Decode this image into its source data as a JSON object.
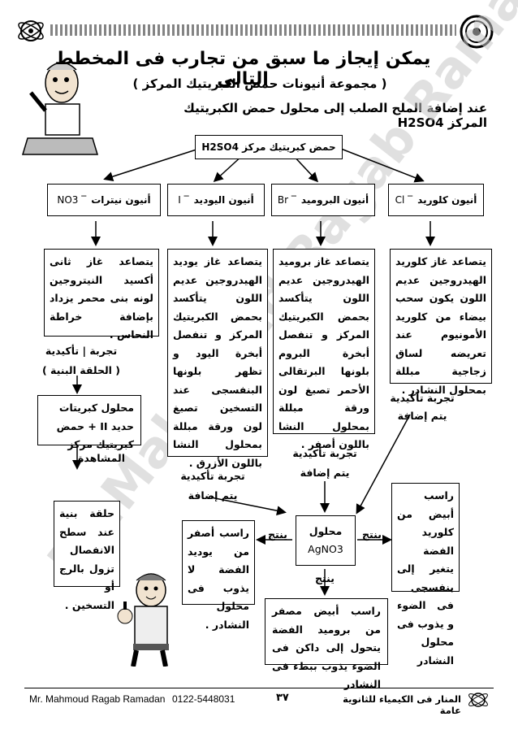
{
  "title": "يمكن إيجاز ما سبق من تجارب فى المخطط التالى",
  "subtitle": "( مجموعة أنيونات حمض الكبريتيك المركز )",
  "instruction": "عند إضافة الملح الصلب إلى محلول حمض الكبريتيك المركز H2SO4",
  "root_box": "حمض كبريتيك مركز H2SO4",
  "anions": [
    {
      "label": "أنيون كلوريد",
      "symbol": "Cl ‾"
    },
    {
      "label": "أنيون البروميد",
      "symbol": "Br ‾"
    },
    {
      "label": "أنيون اليوديد",
      "symbol": "I ‾"
    },
    {
      "label": "أنيون نيترات",
      "symbol": "NO3 ‾"
    }
  ],
  "observations": {
    "chloride": "يتصاعد غاز كلوريد الهيدروجين عديم اللون يكون سحب بيضاء من كلوريد الأمونيوم عند تعريضه لساق زجاجية مبللة بمحلول النشادر .",
    "bromide": "يتصاعد غاز بروميد الهيدروجين عديم اللون يتأكسد بحمض الكبريتيك المركز و تنفصل أبخرة البروم بلونها البرتقالى الأحمر تصبغ لون ورقة مبللة بمحلول النشا باللون أصفر .",
    "iodide": "يتصاعد غاز يوديد الهيدروجين عديم اللون يتأكسد بحمض الكبريتيك المركز و تنفصل أبخرة اليود و تظهر بلونها البنفسجى عند التسخين تصبغ لون ورقة مبللة بمحلول النشا باللون الأزرق .",
    "nitrate": "يتصاعد غاز ثانى أكسيد النيتروجين لونه بنى محمر يزداد بإضافة خراطة النحاس ."
  },
  "nitrate_confirm": {
    "line1": "تجربة | تأكيدية",
    "line2": "( الحلقة البنية )"
  },
  "nitrate_reagent": "محلول كبريتات حديد II + حمض كبريتيك مركز",
  "nitrate_obs_label": "المشاهدة",
  "nitrate_result": "حلقة بنية عند سطح الانفصال تزول بالرج أو التسخين .",
  "confirm_chloride": {
    "line1": "تجربة تأكيدية",
    "line2": "يتم إضافة"
  },
  "confirm_bromide": {
    "line1": "تجربة تأكيدية",
    "line2": "يتم إضافة"
  },
  "confirm_iodide": {
    "line1": "تجربة تأكيدية",
    "line2": "يتم إضافة"
  },
  "agno3": {
    "line1": "محلول",
    "line2": "AgNO3"
  },
  "produces": "ينتج",
  "result_chloride": "راسب أبيض من كلوريد الفضة يتغير إلى بنفسجى فى الضوء و يذوب فى محلول النشادر",
  "result_iodide": "راسب أصفر من يوديد الفضة لا يذوب فى محلول النشادر .",
  "result_bromide": "راسب أبيض مصفر من بروميد الفضة يتحول إلى داكن فى الضوء يذوب ببطء فى النشادر",
  "watermark": "Mr.Mahmoud Ragab Ramadan",
  "footer": {
    "author": "Mr. Mahmoud Ragab Ramadan",
    "phone": "0122-5448031",
    "page": "٣٧",
    "book": "المنار فى الكيمياء للثانوية عامة"
  }
}
